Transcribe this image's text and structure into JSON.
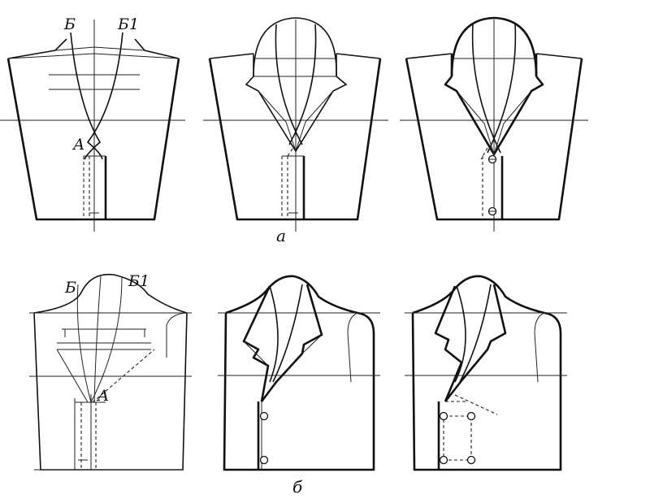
{
  "figure": {
    "rows": [
      {
        "caption": "а",
        "panels": [
          {
            "point_labels": [
              "Б",
              "Б1",
              "А"
            ]
          },
          {
            "point_labels": []
          },
          {
            "point_labels": []
          }
        ]
      },
      {
        "caption": "б",
        "panels": [
          {
            "point_labels": [
              "Б",
              "Б1",
              "А"
            ]
          },
          {
            "point_labels": []
          },
          {
            "point_labels": []
          }
        ]
      }
    ]
  },
  "colors": {
    "ink": "#111111",
    "background": "#ffffff"
  }
}
